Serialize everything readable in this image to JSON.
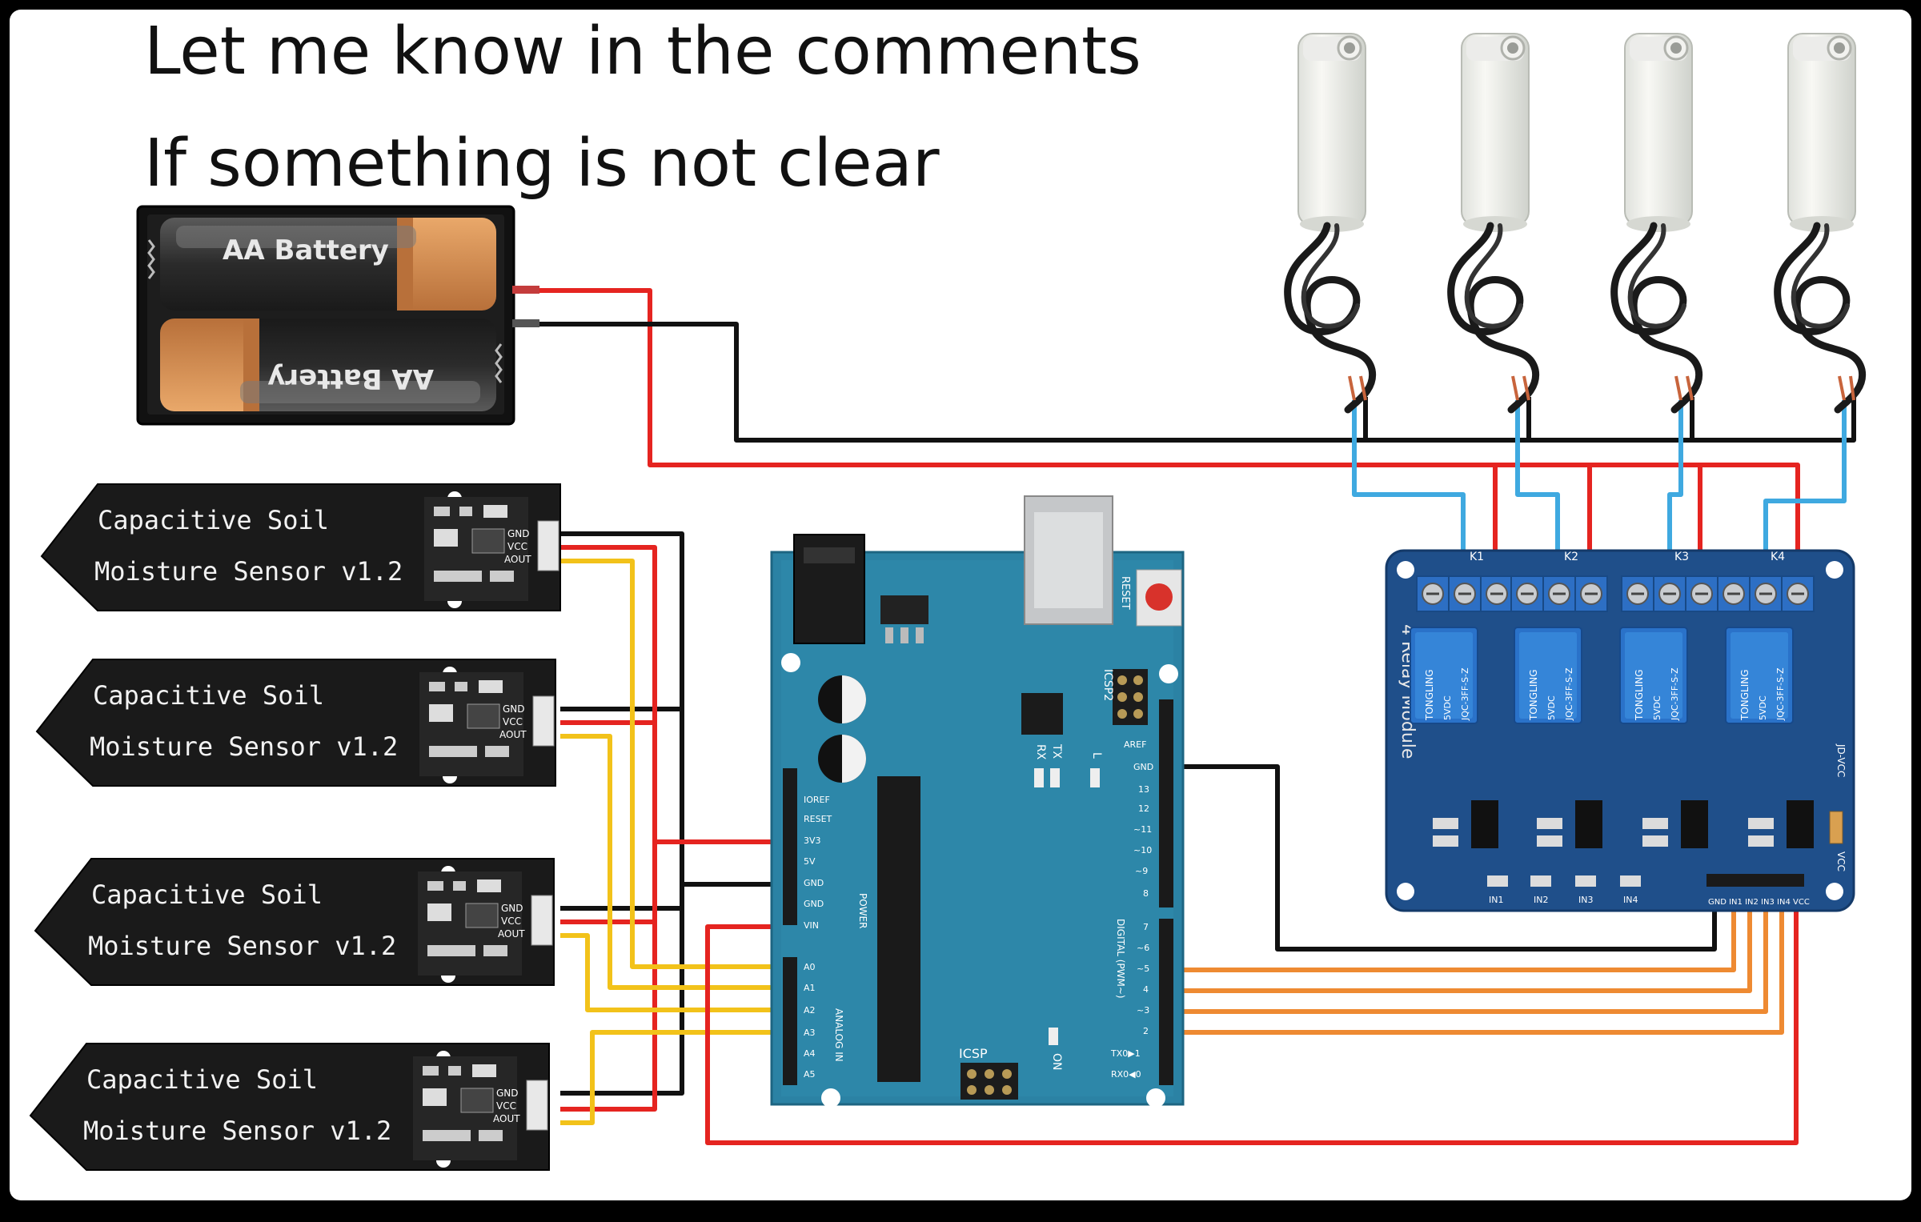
{
  "caption": {
    "line1": "Let me know in the comments",
    "line2": "If something is not clear"
  },
  "battery_holder": {
    "cell_label_top": "AA Battery",
    "cell_label_bottom": "AA Battery"
  },
  "sensors": [
    {
      "name_line1": "Capacitive Soil",
      "name_line2": "Moisture Sensor v1.2",
      "pin_gnd": "GND",
      "pin_vcc": "VCC",
      "pin_aout": "AOUT"
    },
    {
      "name_line1": "Capacitive Soil",
      "name_line2": "Moisture Sensor v1.2",
      "pin_gnd": "GND",
      "pin_vcc": "VCC",
      "pin_aout": "AOUT"
    },
    {
      "name_line1": "Capacitive Soil",
      "name_line2": "Moisture Sensor v1.2",
      "pin_gnd": "GND",
      "pin_vcc": "VCC",
      "pin_aout": "AOUT"
    },
    {
      "name_line1": "Capacitive Soil",
      "name_line2": "Moisture Sensor v1.2",
      "pin_gnd": "GND",
      "pin_vcc": "VCC",
      "pin_aout": "AOUT"
    }
  ],
  "arduino": {
    "reset_label": "RESET",
    "icsp2_label": "ICSP2",
    "icsp_label": "ICSP",
    "on_label": "ON",
    "tx_label": "TX",
    "rx_label": "RX",
    "l_label": "L",
    "power_label": "POWER",
    "analog_label": "ANALOG IN",
    "digital_label": "DIGITAL (PWM~)",
    "power_pins": [
      "IOREF",
      "RESET",
      "3V3",
      "5V",
      "GND",
      "GND",
      "VIN"
    ],
    "analog_pins": [
      "A0",
      "A1",
      "A2",
      "A3",
      "A4",
      "A5"
    ],
    "digital_top": [
      "AREF",
      "GND",
      "13",
      "12",
      "~11",
      "~10",
      "~9",
      "8"
    ],
    "digital_bottom": [
      "7",
      "~6",
      "~5",
      "4",
      "~3",
      "2",
      "TX0▶1",
      "RX0◀0"
    ]
  },
  "relay_module": {
    "title": "4 Relay Module",
    "model": "JD-VCC",
    "vcc": "VCC",
    "channels": [
      "K1",
      "K2",
      "K3",
      "K4"
    ],
    "relay_brand": "TONGLING",
    "relay_part": "JQC-3FF-S-Z",
    "relay_rating": "5VDC",
    "inputs": [
      "IN1",
      "IN2",
      "IN3",
      "IN4"
    ],
    "header_pins": "GND IN1 IN2 IN3 IN4 VCC"
  },
  "colors": {
    "background": "#ffffff",
    "frame": "#000000",
    "wire_red": "#e52420",
    "wire_black": "#111111",
    "wire_yellow": "#f2c21a",
    "wire_orange": "#ee8a32",
    "wire_blue": "#3fa9e0",
    "arduino_board": "#2b82a4",
    "relay_board": "#1f4f8a",
    "relay_cube": "#2a72c9",
    "sensor_body": "#1a1a1a",
    "battery_copper": "#d4894a"
  }
}
